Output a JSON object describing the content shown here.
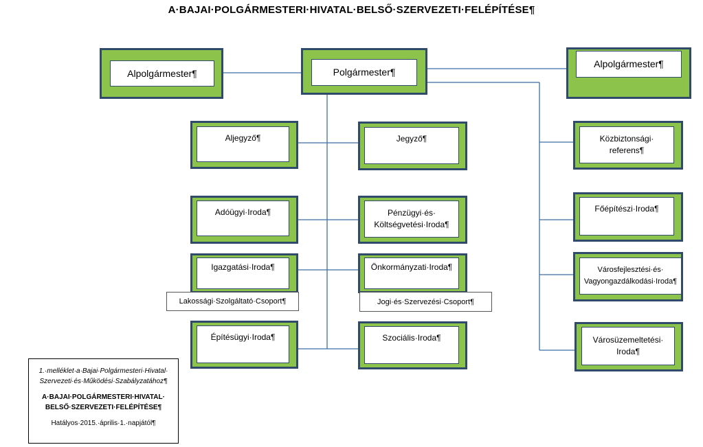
{
  "title": "A·BAJAI·POLGÁRMESTERI·HIVATAL·BELSŐ·SZERVEZETI·FELÉPÍTÉSE¶",
  "colors": {
    "box_fill": "#8cc34a",
    "box_border": "#2f4a6a",
    "connector": "#3a6fa6"
  },
  "top": {
    "left_deputy": "Alpolgármester¶",
    "mayor": "Polgármester¶",
    "right_deputy": "Alpolgármester¶"
  },
  "left_column": {
    "aljegyzo": "Aljegyző¶",
    "adougyi": "Adóügyi·Iroda¶",
    "igazgatasi": "Igazgatási·Iroda¶",
    "lakossagi": "Lakossági·Szolgáltató·Csoport¶",
    "epitesugyi": "Építésügyi·Iroda¶"
  },
  "middle_column": {
    "jegyzo": "Jegyző¶",
    "penzugyi_line1": "Pénzügyi·és·",
    "penzugyi_line2": "Költségvetési·Iroda¶",
    "onkormanyzati": "Önkormányzati·Iroda¶",
    "jogi": "Jogi·és·Szervezési·Csoport¶",
    "szocialis": "Szociális·Iroda¶"
  },
  "right_column": {
    "kozbiztonsagi_line1": "Közbiztonsági·",
    "kozbiztonsagi_line2": "referens¶",
    "foepiteszi": "Főépítészi·Iroda¶",
    "varosfejlesztesi_line1": "Városfejlesztési·és·",
    "varosfejlesztesi_line2": "Vagyongazdálkodási·Iroda¶",
    "varosuzemeltetesi_line1": "Városüzemeltetési·",
    "varosuzemeltetesi_line2": "Iroda¶"
  },
  "note": {
    "ref_line1": "1.·melléklet·a·Bajai·Polgármesteri·Hivatal·",
    "ref_line2": "Szervezeti·és·Működési·Szabályzatához¶",
    "title_line1": "A·BAJAI·POLGÁRMESTERI·HIVATAL·",
    "title_line2": "BELSŐ·SZERVEZETI·FELÉPÍTÉSE¶",
    "valid": "Hatályos·2015.·április·1.·napjától¶"
  }
}
